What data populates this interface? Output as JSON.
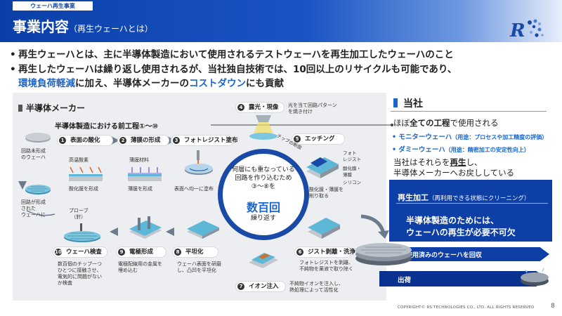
{
  "header": {
    "tag": "ウェーハ再生事業",
    "title": "事業内容",
    "subtitle": "（再生ウェーハとは）"
  },
  "bullets": {
    "b1": "再生ウェーハとは、主に半導体製造において使用されるテストウェーハを再生加工したウェーハのこと",
    "b2": "再生したウェーハは繰り返し使用されるが、当社独自技術では、10回以上のリサイクルも可能であり、",
    "b3_hl1": "環境負荷軽減",
    "b3_mid": "に加え、半導体メーカーの",
    "b3_hl2": "コストダウン",
    "b3_end": "にも貢献",
    "bullet_mark": "•"
  },
  "left": {
    "title": "半導体メーカー",
    "sub": "半導体製造における前工程①～⑩",
    "unformed": "回路未形成\nのウェーハ",
    "formed": "回路が形成\nされた\nウェーハに",
    "steps": [
      {
        "num": "1",
        "label": "表面の酸化",
        "d1": "高温酸素",
        "d2": "酸化膜を形成"
      },
      {
        "num": "2",
        "label": "薄膜の形成",
        "d1": "薄膜材料",
        "d2": "薄膜を形成"
      },
      {
        "num": "3",
        "label": "フォトレジスト塗布",
        "d2": "表面へ均一に塗布"
      },
      {
        "num": "4",
        "label": "露光・現像",
        "d1": "光を当て回路パターン\nを焼き付け"
      },
      {
        "num": "5",
        "label": "エッチング",
        "d1": "フォト\nレジスト",
        "d2": "酸化膜・\n薄膜",
        "d3": "シリコン",
        "d4": "酸化膜・薄膜を\n削り取る",
        "chip": "チップの断面"
      },
      {
        "num": "6",
        "label": "ジスト剥離・洗浄",
        "d1": "フォトレジストを剥離、\n不純物を薬液で取り除く"
      },
      {
        "num": "7",
        "label": "イオン注入",
        "d1": "不純物イオンを注入し、\n熱処理によって活性化"
      },
      {
        "num": "8",
        "label": "平坦化",
        "d1": "ウェーハ表面を研磨\nし、凸凹を平坦化"
      },
      {
        "num": "9",
        "label": "電極形成",
        "d1": "電極配線用の金属を\n埋め込む"
      },
      {
        "num": "10",
        "label": "ウェーハ検査",
        "d1": "数百個のチップ一つ\nひとつに接触させ、\n電気的に問題がない\nか検査",
        "probe": "プローブ\n（針）"
      }
    ],
    "center_text": "何層にも重なっている\n回路を作り込むため\n③～⑧を",
    "center_big": "数百回",
    "center_small": "繰り返す"
  },
  "right": {
    "title": "当社",
    "line1_pre": "ほぼ",
    "line1_hl": "全ての工程",
    "line1_post": "で使用される",
    "bullet_mark": "•",
    "b1_main": "モニターウェーハ",
    "b1_sub": "（用途：プロセスや加工精度の評価）",
    "b2_main": "ダミーウェーハ",
    "b2_sub": "（用途：精密加工の安定性向上）",
    "t2_pre": "当社はそれらを",
    "t2_hl": "再生",
    "t2_post": "し、",
    "t3": "半導体メーカーへお戻ししている",
    "box_title": "再生加工",
    "box_sub": "（再利用できる状態にクリーニング）",
    "box_t1": "半導体製造のためには、",
    "box_t2": "ウェーハの再生が必要不可欠",
    "band1": "使用済みのウェーハを回収",
    "band2": "出荷"
  },
  "footer": {
    "copyright": "COPYRIGHT© RS TECHNOLOGIES CO., LTD. ALL RIGHTS RESERVED",
    "page": "8"
  },
  "colors": {
    "primary": "#0d3fa6",
    "accent": "#1a66cc"
  }
}
